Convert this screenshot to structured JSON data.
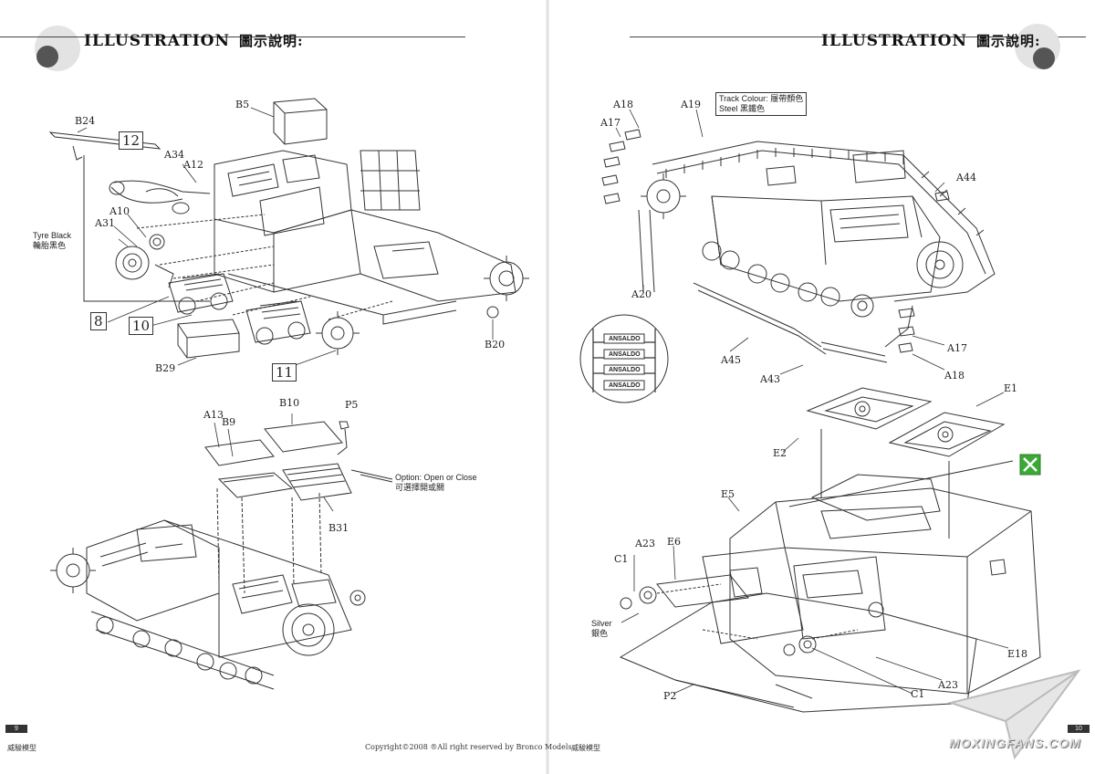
{
  "left_page": {
    "header_title": "ILLUSTRATION",
    "header_cn": "圖示說明:",
    "page_number": "9",
    "footer_left": "威駿模型",
    "footer_copyright": "Copyright©2008 ®All right reserved by Bronco Models",
    "labels": {
      "B5": "B5",
      "B24": "B24",
      "A34": "A34",
      "A12": "A12",
      "A10": "A10",
      "A31": "A31",
      "B29": "B29",
      "B20": "B20",
      "A13": "A13",
      "B9": "B9",
      "B10": "B10",
      "P5": "P5",
      "B31": "B31"
    },
    "boxed_numbers": {
      "n12": "12",
      "n8": "8",
      "n10": "10",
      "n11": "11"
    },
    "notes": {
      "tyre_en": "Tyre Black",
      "tyre_cn": "輪胎黑色",
      "option_en": "Option: Open or Close",
      "option_cn": "可選擇開或關"
    }
  },
  "right_page": {
    "header_title": "ILLUSTRATION",
    "header_cn": "圖示說明:",
    "page_number": "10",
    "footer_left": "威駿模型",
    "labels": {
      "A18a": "A18",
      "A17a": "A17",
      "A19": "A19",
      "A44": "A44",
      "A20": "A20",
      "A45": "A45",
      "A43": "A43",
      "A17b": "A17",
      "A18b": "A18",
      "E1": "E1",
      "E2": "E2",
      "E5": "E5",
      "A23a": "A23",
      "E6": "E6",
      "C1a": "C1",
      "E18": "E18",
      "A23b": "A23",
      "C1b": "C1",
      "P2": "P2"
    },
    "notes": {
      "track_en_label": "Track Colour:",
      "track_cn": "履帶顏色",
      "steel_en": "Steel",
      "steel_cn": "黑鐵色",
      "silver_en": "Silver",
      "silver_cn": "銀色",
      "ansaldo": "ANSALDO"
    }
  },
  "watermark": {
    "text": "MOXINGFANS.COM"
  },
  "colors": {
    "ink": "#222222",
    "icon_green": "#3aa935",
    "circle_light": "#e3e3e3",
    "circle_dark": "#555555"
  }
}
